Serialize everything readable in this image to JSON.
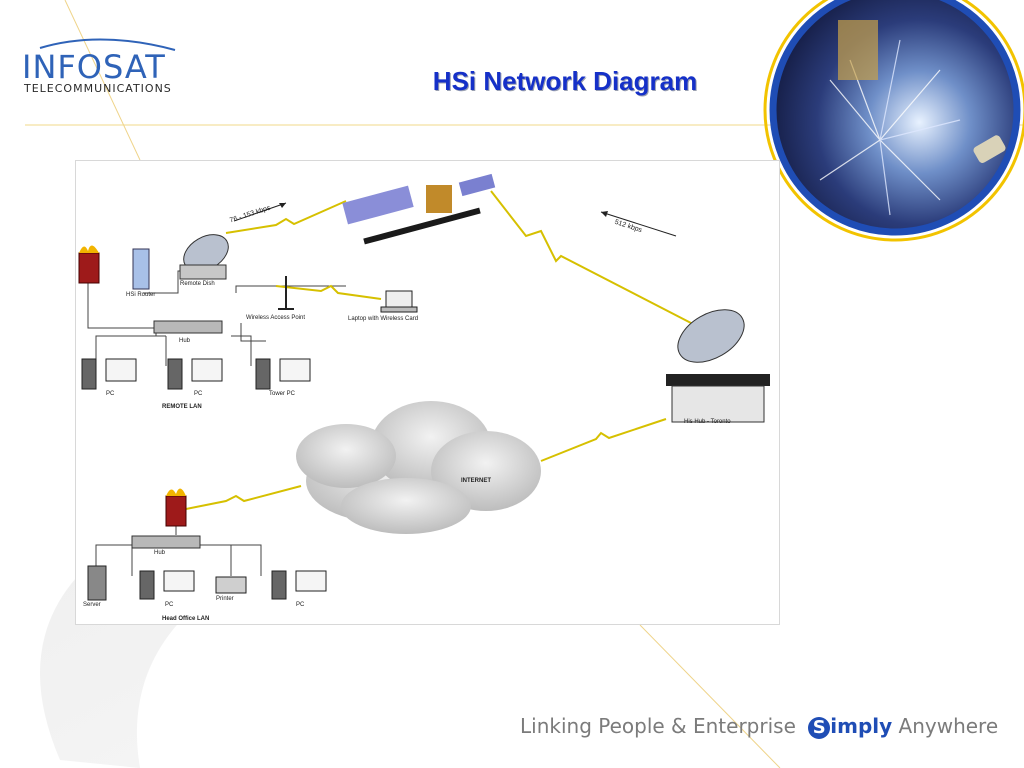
{
  "logo": {
    "name": "INFOSAT",
    "subtitle": "TELECOMMUNICATIONS"
  },
  "slide": {
    "title": "HSi Network Diagram"
  },
  "diagram": {
    "labels": {
      "hsi_router": "HSi Router",
      "remote_dish": "Remote Dish",
      "hub_remote": "Hub",
      "wireless_access_point": "Wireless Access Point",
      "laptop": "Laptop with Wireless Card",
      "pc_1": "PC",
      "pc_2": "PC",
      "tower_pc": "Tower PC",
      "remote_lan": "REMOTE LAN",
      "his_hub": "His Hub - Toronto",
      "internet": "INTERNET",
      "hub_office": "Hub",
      "server": "Server",
      "pc_3": "PC",
      "printer": "Printer",
      "pc_4": "PC",
      "head_office_lan": "Head Office LAN"
    },
    "speeds": {
      "uplink": "76 - 153 kbps",
      "downlink": "512 kbps"
    }
  },
  "tagline": {
    "part1": "Linking People & Enterprise",
    "s_letter": "S",
    "simply": "imply",
    "part2": "Anywhere"
  },
  "colors": {
    "brand_blue": "#1f4db5",
    "title_blue": "#1530c8",
    "accent_yellow": "#f2c300",
    "tagline_gray": "#7b7b7b"
  }
}
